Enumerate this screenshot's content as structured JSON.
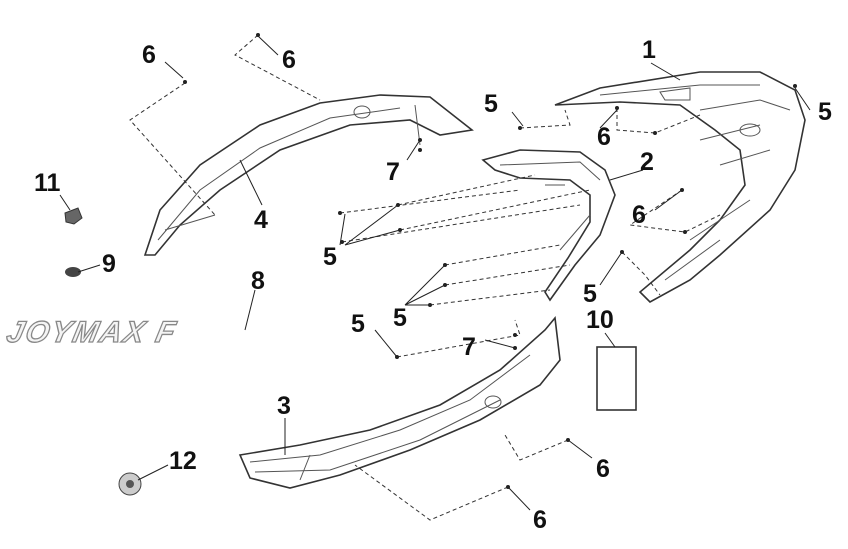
{
  "diagram": {
    "title": "Rear body cover parts diagram",
    "logo_text": "JOYMAX F",
    "callouts": {
      "c1": "1",
      "c2": "2",
      "c3": "3",
      "c4": "4",
      "c5a": "5",
      "c5b": "5",
      "c5c": "5",
      "c5d": "5",
      "c5e": "5",
      "c5f": "5",
      "c6a": "6",
      "c6b": "6",
      "c6c": "6",
      "c6d": "6",
      "c6e": "6",
      "c6f": "6",
      "c7a": "7",
      "c7b": "7",
      "c8": "8",
      "c9": "9",
      "c10": "10",
      "c11": "11",
      "c12": "12"
    }
  }
}
